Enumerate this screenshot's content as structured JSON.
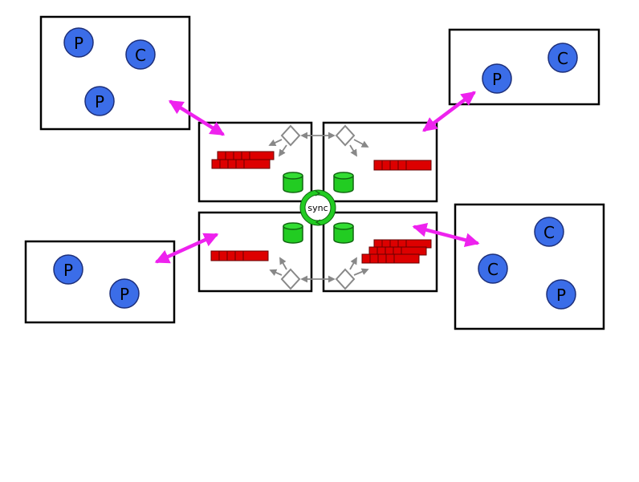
{
  "diagram": {
    "colors": {
      "node_fill": "#3b6de8",
      "node_stroke": "#1d2f7a",
      "link_arrow": "#ee22ee",
      "queue_red": "#dd0000",
      "queue_stroke": "#660000",
      "db_green": "#22cc22",
      "db_stroke": "#116611",
      "sync_ring": "#22cc22",
      "gray": "#888888",
      "box_stroke": "#000000"
    },
    "clusters": {
      "top_left": {
        "nodes": [
          "P",
          "C",
          "P"
        ]
      },
      "top_right": {
        "nodes": [
          "P",
          "C"
        ]
      },
      "bottom_left": {
        "nodes": [
          "P",
          "P"
        ]
      },
      "bottom_right": {
        "nodes": [
          "C",
          "C",
          "P"
        ]
      }
    },
    "sync": {
      "label": "sync"
    }
  }
}
